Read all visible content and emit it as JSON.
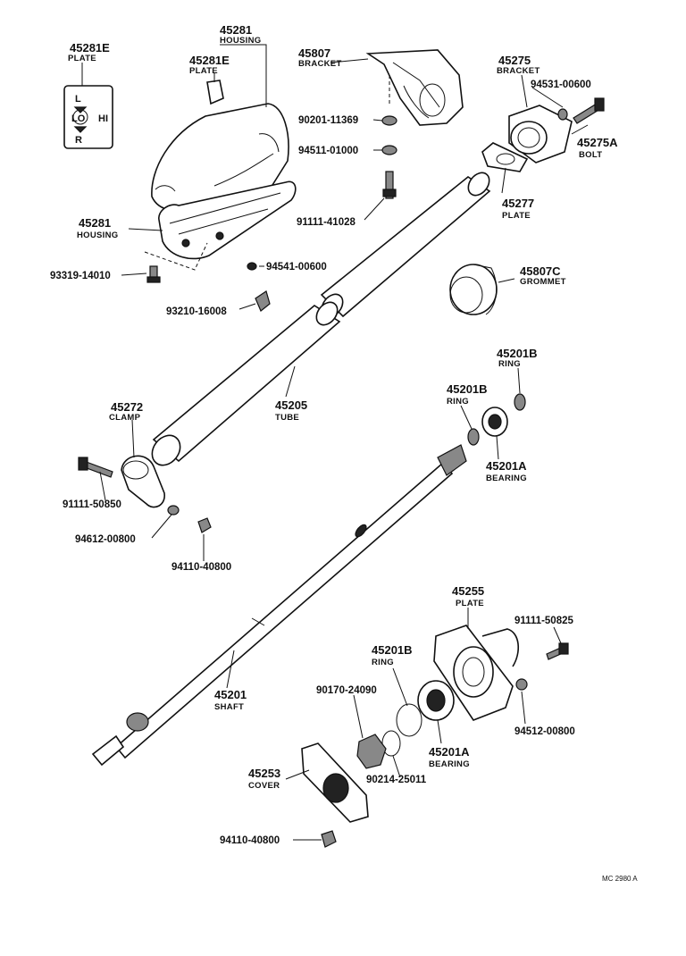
{
  "parts": {
    "p45281E_top": {
      "number": "45281E",
      "name": "PLATE"
    },
    "p45281_top": {
      "number": "45281",
      "name": "HOUSING"
    },
    "p45281E_mid": {
      "number": "45281E",
      "name": "PLATE"
    },
    "p45807": {
      "number": "45807",
      "name": "BRACKET"
    },
    "p45275": {
      "number": "45275",
      "name": "BRACKET"
    },
    "p94531": {
      "number": "94531-00600"
    },
    "p45275A": {
      "number": "45275A",
      "name": "BOLT"
    },
    "p90201": {
      "number": "90201-11369"
    },
    "p94511": {
      "number": "94511-01000"
    },
    "p45277": {
      "number": "45277",
      "name": "PLATE"
    },
    "p91111_41028": {
      "number": "91111-41028"
    },
    "p45281_low": {
      "number": "45281",
      "name": "HOUSING"
    },
    "p93319": {
      "number": "93319-14010"
    },
    "p94541": {
      "number": "94541-00600"
    },
    "p45807C": {
      "number": "45807C",
      "name": "GROMMET"
    },
    "p93210": {
      "number": "93210-16008"
    },
    "p45201B_a": {
      "number": "45201B",
      "name": "RING"
    },
    "p45201B_b": {
      "number": "45201B",
      "name": "RING"
    },
    "p45272": {
      "number": "45272",
      "name": "CLAMP"
    },
    "p45205": {
      "number": "45205",
      "name": "TUBE"
    },
    "p45201A_a": {
      "number": "45201A",
      "name": "BEARING"
    },
    "p91111_50850": {
      "number": "91111-50850"
    },
    "p94612": {
      "number": "94612-00800"
    },
    "p94110_a": {
      "number": "94110-40800"
    },
    "p45255": {
      "number": "45255",
      "name": "PLATE"
    },
    "p91111_50825": {
      "number": "91111-50825"
    },
    "p45201B_c": {
      "number": "45201B",
      "name": "RING"
    },
    "p90170": {
      "number": "90170-24090"
    },
    "p45201": {
      "number": "45201",
      "name": "SHAFT"
    },
    "p94512": {
      "number": "94512-00800"
    },
    "p45201A_b": {
      "number": "45201A",
      "name": "BEARING"
    },
    "p45253": {
      "number": "45253",
      "name": "COVER"
    },
    "p90214": {
      "number": "90214-25011"
    },
    "p94110_b": {
      "number": "94110-40800"
    }
  },
  "plate_labels": {
    "low": "L",
    "lo": "LO",
    "hi": "HI",
    "reverse": "R"
  },
  "footer_code": "MC 2980 A"
}
